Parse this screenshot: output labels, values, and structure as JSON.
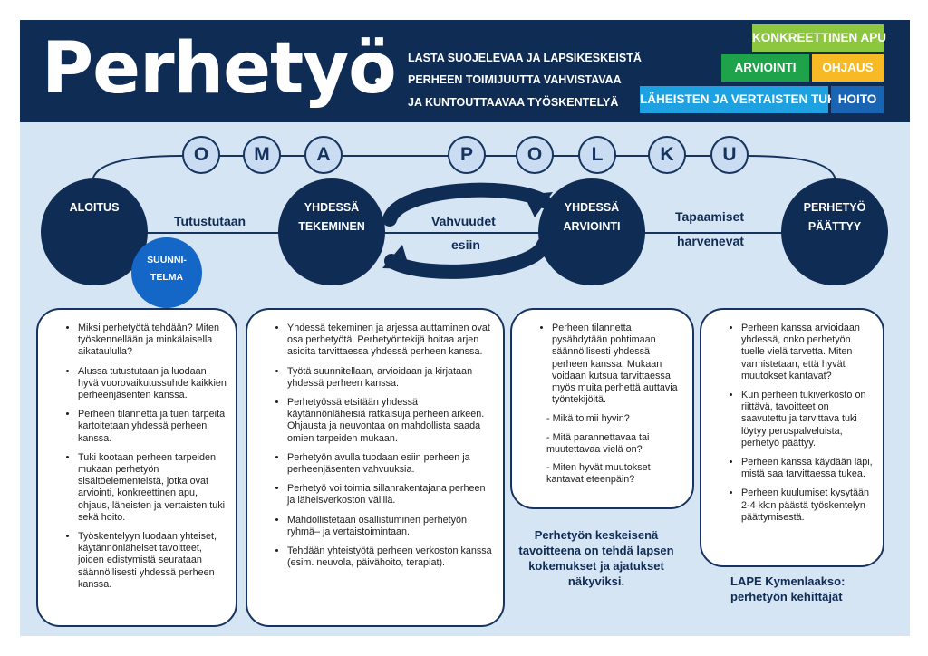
{
  "header": {
    "title": "Perhetyö",
    "subtitles": [
      "LASTA SUOJELEVAA JA LAPSIKESKEISTÄ",
      "PERHEEN TOIMIJUUTTA VAHVISTAVAA",
      "JA KUNTOUTTAAVAA TYÖSKENTELYÄ"
    ],
    "tags": {
      "konkreettinen_apu": {
        "label": "KONKREETTINEN APU",
        "color": "#8dc63f"
      },
      "arviointi": {
        "label": "ARVIOINTI",
        "color": "#1ea34a"
      },
      "ohjaus": {
        "label": "OHJAUS",
        "color": "#f7b924"
      },
      "laheisten_tuki": {
        "label": "LÄHEISTEN JA VERTAISTEN TUKI",
        "color": "#1ea1e0"
      },
      "hoito": {
        "label": "HOITO",
        "color": "#1a64b4"
      }
    }
  },
  "path_letters": [
    "O",
    "M",
    "A",
    "P",
    "O",
    "L",
    "K",
    "U"
  ],
  "stages": {
    "aloitus": [
      "ALOITUS"
    ],
    "yhdessa_tekeminen": [
      "YHDESSÄ",
      "TEKEMINEN"
    ],
    "yhdessa_arviointi": [
      "YHDESSÄ",
      "ARVIOINTI"
    ],
    "perhetyo_paattyy": [
      "PERHETYÖ",
      "PÄÄTTYY"
    ],
    "suunnitelma": [
      "SUUNNI-",
      "TELMA"
    ]
  },
  "connectors": {
    "tutustutaan": "Tutustutaan",
    "vahvuudet": "Vahvuudet",
    "esiin": "esiin",
    "tapaamiset": "Tapaamiset",
    "harvenevat": "harvenevat"
  },
  "boxes": {
    "aloitus": [
      "Miksi perhetyötä tehdään? Miten työskennellään ja minkälaisella aikataululla?",
      "Alussa tutustutaan ja luodaan hyvä vuorovaikutussuhde kaikkien perheenjäsenten kanssa.",
      "Perheen tilannetta ja tuen tarpeita kartoitetaan yhdessä perheen kanssa.",
      "Tuki kootaan perheen tarpeiden mukaan perhetyön sisältöelementeistä, jotka ovat arviointi, konkreettinen apu, ohjaus, läheisten ja vertaisten tuki sekä hoito.",
      "Työskentelyyn luodaan yhteiset, käytännönläheiset tavoitteet, joiden edistymistä seurataan säännöllisesti yhdessä perheen kanssa."
    ],
    "tekeminen": [
      "Yhdessä tekeminen ja arjessa auttaminen ovat osa perhetyötä. Perhetyöntekijä hoitaa arjen asioita tarvittaessa yhdessä perheen kanssa.",
      "Työtä suunnitellaan, arvioidaan ja kirjataan yhdessä perheen kanssa.",
      "Perhetyössä etsitään yhdessä käytännönläheisiä ratkaisuja perheen arkeen. Ohjausta ja neuvontaa on mahdollista saada omien tarpeiden mukaan.",
      "Perhetyön avulla tuodaan esiin perheen ja perheenjäsenten vahvuuksia.",
      "Perhetyö voi toimia sillanrakentajana perheen ja läheisverkoston välillä.",
      "Mahdollistetaan osallistuminen perhetyön ryhmä– ja vertaistoimintaan.",
      "Tehdään yhteistyötä perheen verkoston kanssa (esim. neuvola, päivähoito, terapiat)."
    ],
    "arviointi_intro": "Perheen tilannetta pysähdytään pohtimaan säännöllisesti yhdessä perheen kanssa. Mukaan voidaan kutsua tarvittaessa myös muita perhettä auttavia työntekijöitä.",
    "arviointi_questions": [
      "- Mikä toimii hyvin?",
      "- Mitä parannettavaa tai muutettavaa vielä on?",
      "- Miten hyvät muutokset kantavat eteenpäin?"
    ],
    "paattyy": [
      "Perheen kanssa arvioidaan yhdessä, onko perhetyön tuelle vielä tarvetta. Miten varmistetaan, että hyvät muutokset kantavat?",
      "Kun perheen tukiverkosto on riittävä, tavoitteet on saavutettu ja tarvittava tuki löytyy peruspalveluista, perhetyö päättyy.",
      "Perheen kanssa käydään läpi, mistä saa tarvittaessa tukea.",
      "Perheen kuulumiset kysytään 2-4 kk:n päästä työskentelyn päättymisestä."
    ]
  },
  "goal_text": "Perhetyön keskeisenä tavoitteena on tehdä lapsen kokemukset ja ajatukset näkyviksi.",
  "lape_lines": [
    "LAPE Kymenlaakso:",
    "perhetyön kehittäjät"
  ],
  "colors": {
    "navy": "#0f2c54",
    "suunnitelma": "#1467c7",
    "light_bg": "#d6e5f4"
  }
}
